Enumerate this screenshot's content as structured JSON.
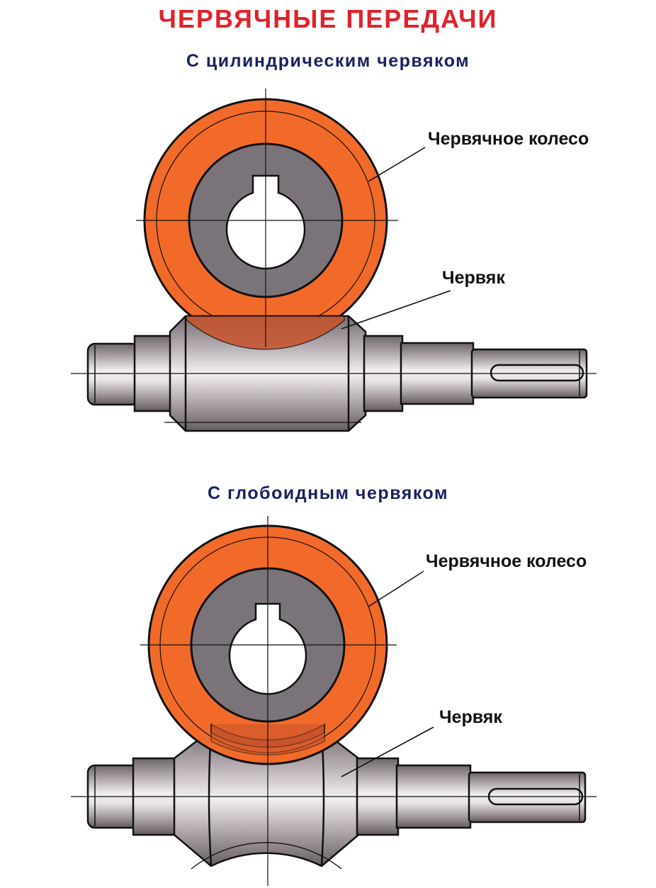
{
  "title": "ЧЕРВЯЧНЫЕ  ПЕРЕДАЧИ",
  "colors": {
    "title": "#e0232b",
    "subtitle": "#1c2160",
    "wheel_orange": "#f26a2a",
    "hub_gray": "#7a737a",
    "mesh_overlap": "#c8532c",
    "steel_dark": "#6e6568",
    "steel_light": "#ece8ea"
  },
  "icons": [
    "worm-wheel-icon",
    "cylindrical-worm-icon",
    "globoid-worm-icon"
  ],
  "sections": [
    {
      "subtitle": "С  цилиндрическим  червяком",
      "wheel_label": "Червячное колесо",
      "worm_label": "Червяк"
    },
    {
      "subtitle": "С  глобоидным  червяком",
      "wheel_label": "Червячное колесо",
      "worm_label": "Червяк"
    }
  ]
}
